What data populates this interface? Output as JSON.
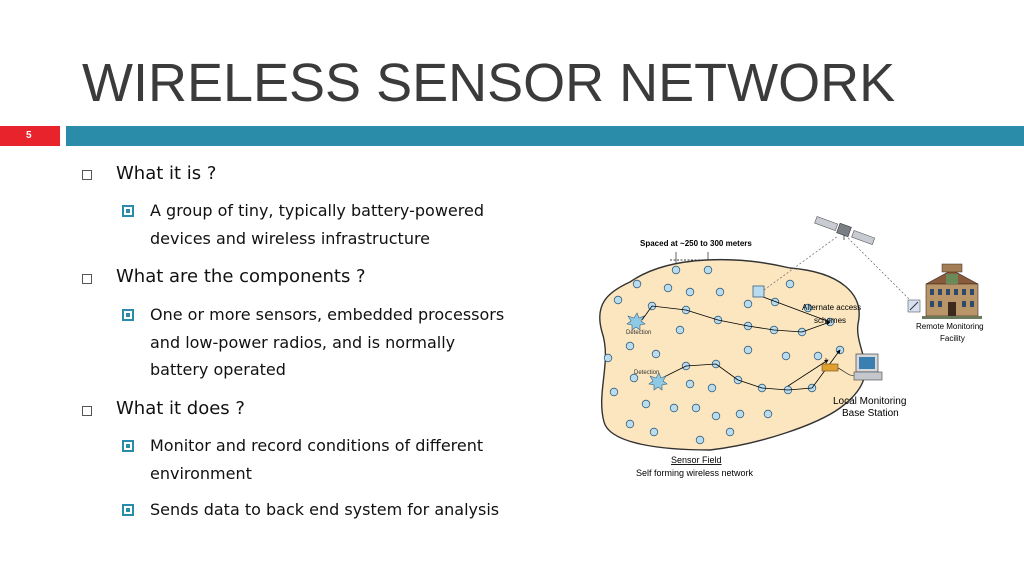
{
  "slide": {
    "title": "WIRELESS SENSOR NETWORK",
    "page_number": "5",
    "colors": {
      "accent_red": "#e8232b",
      "accent_teal": "#2a8ca8",
      "title": "#3b3b3b"
    }
  },
  "bullets": [
    {
      "text": "What it is ?",
      "sub": [
        {
          "lines": [
            "A group of tiny, typically battery-powered",
            "devices and wireless infrastructure"
          ]
        }
      ]
    },
    {
      "text": "What are the components ?",
      "sub": [
        {
          "lines": [
            "One or more sensors, embedded processors",
            "and low-power radios, and is normally",
            "battery operated"
          ]
        }
      ]
    },
    {
      "text": "What it does ?",
      "sub": [
        {
          "lines": [
            "Monitor and record conditions of different",
            "environment"
          ]
        },
        {
          "lines": [
            "Sends data to back end system for analysis"
          ]
        }
      ]
    }
  ],
  "diagram": {
    "spacing_label": "Spaced at ~250 to 300 meters",
    "detection_label_1": "Detection",
    "detection_label_2": "Detection",
    "alternate_access": [
      "Alternate access",
      "schemes"
    ],
    "remote_facility": [
      "Remote Monitoring",
      "Facility"
    ],
    "local_station": [
      "Local Monitoring",
      "Base Station"
    ],
    "sensor_field": "Sensor Field",
    "self_forming": "Self forming wireless network"
  }
}
